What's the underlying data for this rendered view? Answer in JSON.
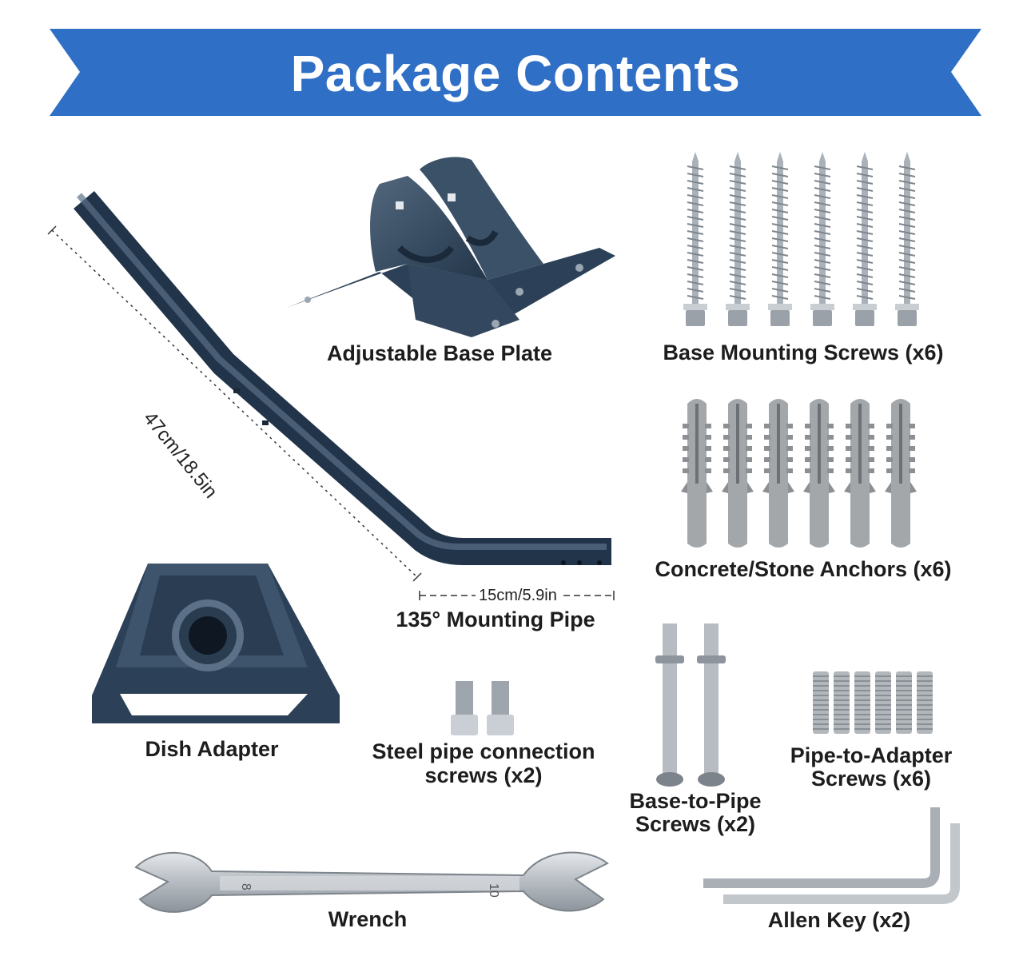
{
  "header": {
    "title": "Package Contents"
  },
  "colors": {
    "banner": "#2f6fc5",
    "metal_dark": "#2c4157",
    "steel": "#b9bfc6",
    "anchor": "#a9abae"
  },
  "items": {
    "base_plate": {
      "label": "Adjustable Base Plate",
      "icon": "base-plate-icon"
    },
    "mounting_pipe": {
      "label": "135° Mounting Pipe",
      "icon": "pipe-icon",
      "length_label": "47cm/18.5in",
      "bend_label": "15cm/5.9in"
    },
    "base_screws": {
      "label": "Base Mounting Screws (x6)",
      "icon": "screw-icon",
      "count": 6
    },
    "anchors": {
      "label": "Concrete/Stone Anchors (x6)",
      "icon": "anchor-icon",
      "count": 6
    },
    "dish_adapter": {
      "label": "Dish Adapter",
      "icon": "dish-adapter-icon"
    },
    "steel_pipe_screws": {
      "label_line1": "Steel pipe connection",
      "label_line2": "screws (x2)",
      "icon": "bolt-icon",
      "count": 2
    },
    "base_to_pipe": {
      "label_line1": "Base-to-Pipe",
      "label_line2": "Screws (x2)",
      "icon": "long-bolt-icon",
      "count": 2
    },
    "pipe_to_adapter": {
      "label_line1": "Pipe-to-Adapter",
      "label_line2": "Screws (x6)",
      "icon": "set-screw-icon",
      "count": 6
    },
    "wrench": {
      "label": "Wrench",
      "icon": "wrench-icon",
      "mark_left": "8",
      "mark_right": "10"
    },
    "allen_key": {
      "label": "Allen Key (x2)",
      "icon": "allen-key-icon",
      "count": 2
    }
  }
}
